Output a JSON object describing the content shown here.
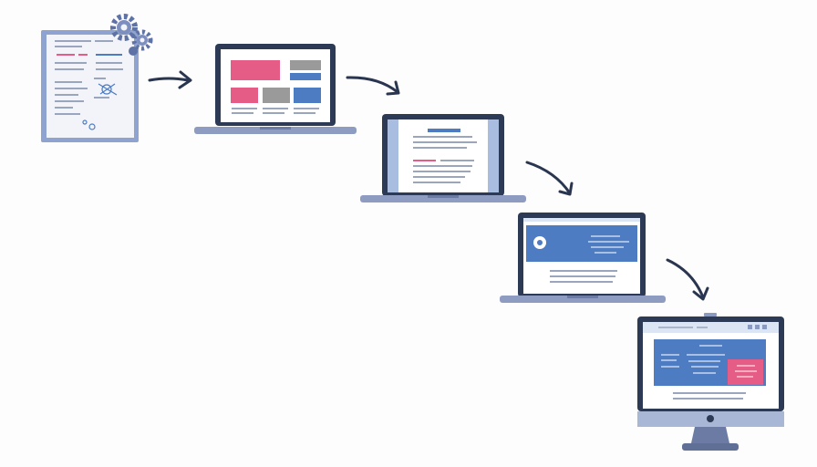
{
  "diagram": {
    "steps": [
      {
        "id": "spec-document",
        "icon": "clipboard-with-gears-icon"
      },
      {
        "id": "wireframe-laptop",
        "icon": "laptop-icon"
      },
      {
        "id": "content-laptop",
        "icon": "laptop-icon"
      },
      {
        "id": "hero-laptop",
        "icon": "laptop-icon"
      },
      {
        "id": "final-desktop",
        "icon": "desktop-monitor-icon"
      }
    ],
    "connectors": 4
  },
  "colors": {
    "frame": "#2c3a55",
    "frame_light": "#8a9bbf",
    "base": "#8d9cc0",
    "screen_bg": "#ffffff",
    "screen_tint": "#dce5f3",
    "pink": "#e55d87",
    "blue": "#4d7cc2",
    "gray": "#9a9a9a",
    "line": "#9aa6bd",
    "arrow": "#2a3550",
    "paper": "#eef1f8"
  }
}
